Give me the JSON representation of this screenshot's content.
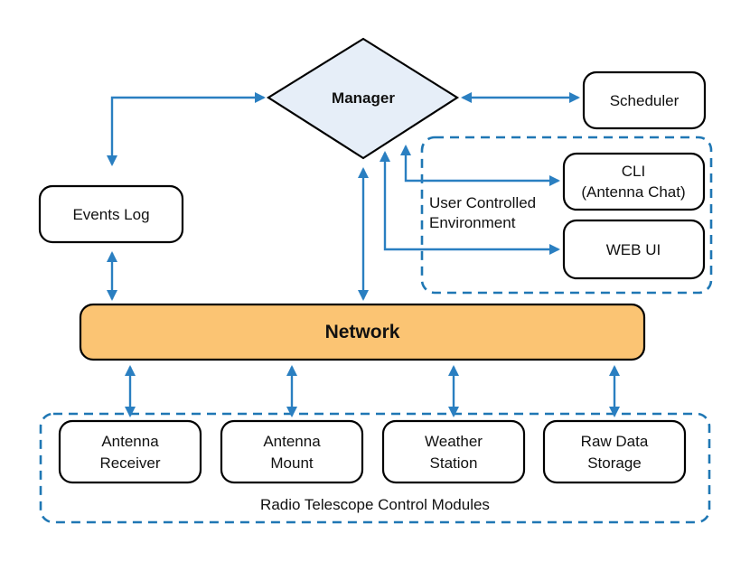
{
  "nodes": {
    "manager": "Manager",
    "scheduler": "Scheduler",
    "events_log": "Events Log",
    "cli_line1": "CLI",
    "cli_line2": "(Antenna Chat)",
    "web_ui": "WEB UI",
    "network": "Network",
    "antenna_receiver_line1": "Antenna",
    "antenna_receiver_line2": "Receiver",
    "antenna_mount_line1": "Antenna",
    "antenna_mount_line2": "Mount",
    "weather_station_line1": "Weather",
    "weather_station_line2": "Station",
    "raw_data_storage_line1": "Raw Data",
    "raw_data_storage_line2": "Storage"
  },
  "groups": {
    "user_env_line1": "User Controlled",
    "user_env_line2": "Environment",
    "modules": "Radio Telescope Control Modules"
  },
  "colors": {
    "connector": "#2a7fc1",
    "group_border": "#1f77b4",
    "manager_fill": "#e6eef8",
    "network_fill": "#fbc473"
  }
}
